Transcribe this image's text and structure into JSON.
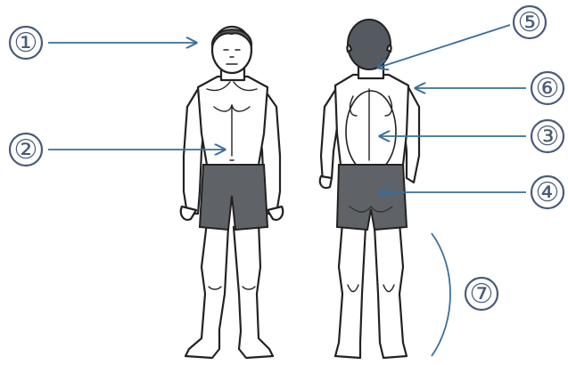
{
  "labels": [
    {
      "key": "head",
      "text": "①"
    },
    {
      "key": "chest_abdomen",
      "text": "②"
    },
    {
      "key": "back_upper",
      "text": "③"
    },
    {
      "key": "buttocks",
      "text": "④"
    },
    {
      "key": "nape",
      "text": "⑤"
    },
    {
      "key": "back_side",
      "text": "⑥"
    },
    {
      "key": "legs",
      "text": "⑦"
    }
  ],
  "colors": {
    "label": "#4a5a78",
    "arrow": "#3a6f9a",
    "outline": "#222222",
    "hair": "#555a60",
    "shorts": "#5f6266",
    "background": "#ffffff"
  },
  "figures": [
    "front-view-body",
    "back-view-body"
  ]
}
